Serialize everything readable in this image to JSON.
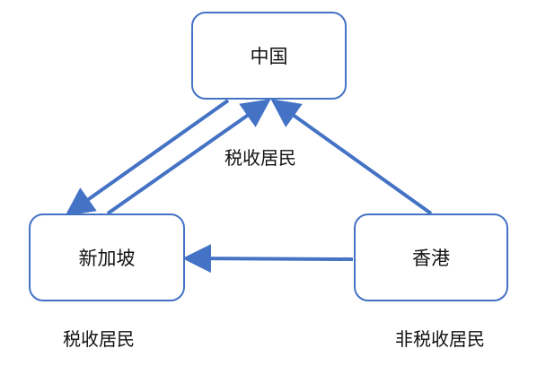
{
  "nodes": {
    "china": {
      "label": "中国",
      "status": "税收居民"
    },
    "singapore": {
      "label": "新加坡",
      "status": "税收居民"
    },
    "hongkong": {
      "label": "香港",
      "status": "非税收居民"
    }
  },
  "colors": {
    "accent": "#4472c4",
    "text": "#111111",
    "background": "#ffffff"
  }
}
